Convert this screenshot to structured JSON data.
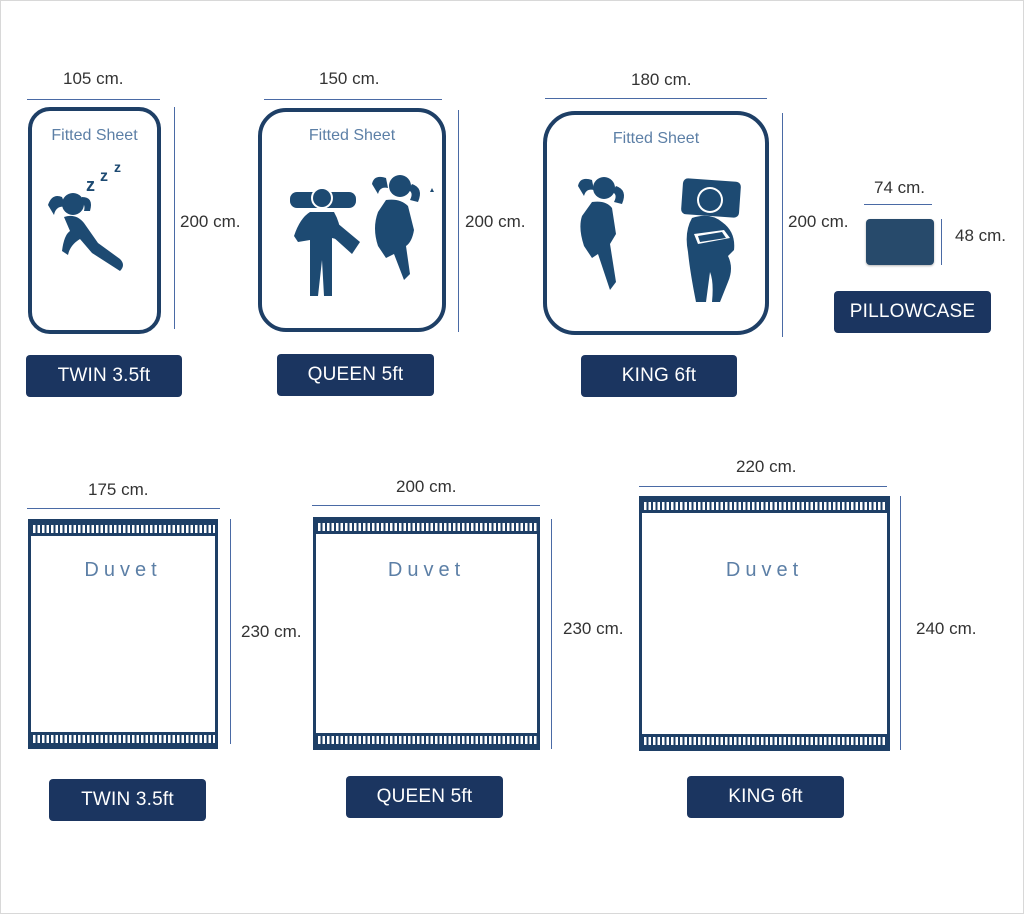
{
  "fitted_sheets": [
    {
      "width": "105 cm.",
      "length": "200 cm.",
      "label": "Fitted Sheet",
      "size": "TWIN 3.5ft"
    },
    {
      "width": "150 cm.",
      "length": "200 cm.",
      "label": "Fitted Sheet",
      "size": "QUEEN 5ft"
    },
    {
      "width": "180 cm.",
      "length": "200 cm.",
      "label": "Fitted Sheet",
      "size": "KING 6ft"
    }
  ],
  "pillowcase": {
    "width": "74 cm.",
    "length": "48 cm.",
    "size": "PILLOWCASE"
  },
  "duvets": [
    {
      "width": "175 cm.",
      "length": "230 cm.",
      "label": "Duvet",
      "size": "TWIN 3.5ft"
    },
    {
      "width": "200 cm.",
      "length": "230 cm.",
      "label": "Duvet",
      "size": "QUEEN 5ft"
    },
    {
      "width": "220 cm.",
      "length": "240 cm.",
      "label": "Duvet",
      "size": "KING 6ft"
    }
  ],
  "sleeping_icon_text": "zzz",
  "colors": {
    "navy": "#1b3560",
    "outline": "#1e3f66",
    "label_blue": "#5c7fa6",
    "figure": "#1d4a72"
  }
}
